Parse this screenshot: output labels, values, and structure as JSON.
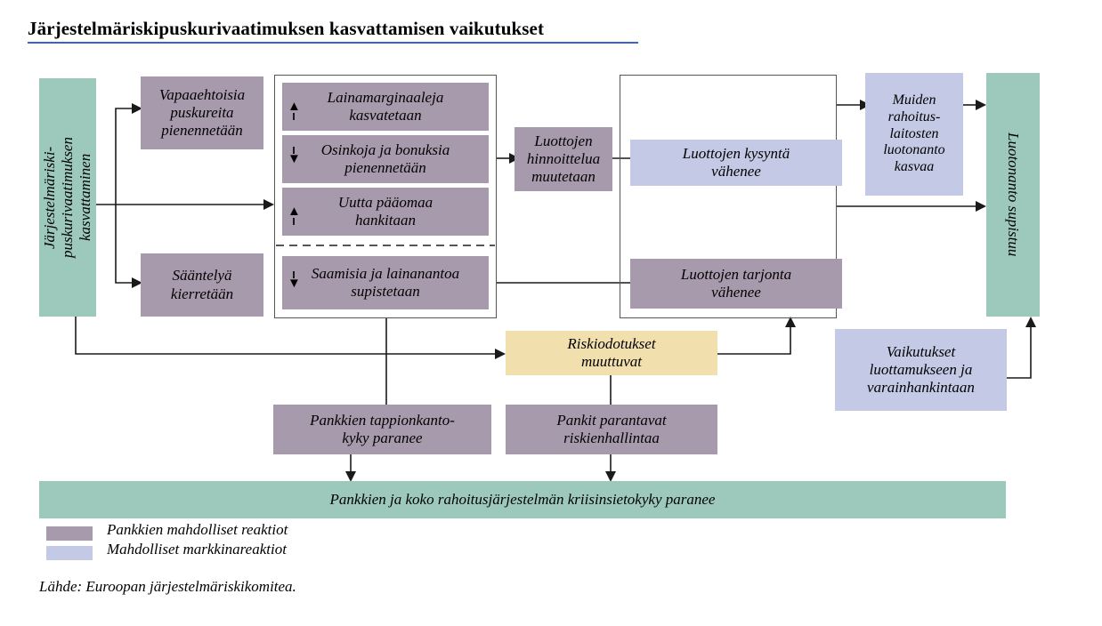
{
  "title": "Järjestelmäriskipuskurivaatimuksen kasvattamisen vaikutukset",
  "colors": {
    "green": "#9dc9bc",
    "purple": "#a89aad",
    "blue": "#c4c9e5",
    "yellow": "#f2dfae",
    "title_underline": "#3c5fd0",
    "line": "#1a1a1a"
  },
  "nodes": {
    "trigger": "Järjestelmäriski-\npuskurivaatimuksen\nkasvattaminen",
    "voluntary_buffers": "Vapaaehtoisia puskureita pienennetään",
    "regulation_circumvention": "Sääntelyä kierretään",
    "loan_margins": "Lainamarginaaleja kasvatetaan",
    "dividends_bonuses": "Osinkoja ja bonuksia pienennetään",
    "new_capital": "Uutta pääomaa hankitaan",
    "receivables_lending": "Saamisia ja lainanantoa supistetaan",
    "loan_pricing": "Luottojen hinnoittelua muutetaan",
    "credit_demand": "Luottojen kysyntä vähenee",
    "credit_supply": "Luottojen tarjonta vähenee",
    "other_institutions": "Muiden rahoitus-laitosten luotonanto kasvaa",
    "lending_contracts": "Luotonanto supistuu",
    "risk_expectations": "Riskiodotukset muuttuvat",
    "loss_absorption": "Pankkien tappionkanto-kyky paranee",
    "risk_management": "Pankit parantavat riskienhallintaa",
    "confidence_funding": "Vaikutukset luottamukseen ja varainhankintaan",
    "resilience_bar": "Pankkien ja koko rahoitusjärjestelmän kriisinsietokyky paranee"
  },
  "node_lines": {
    "trigger": [
      "Järjestelmäriski-",
      "puskurivaatimuksen",
      "kasvattaminen"
    ],
    "voluntary_buffers": [
      "Vapaaehtoisia",
      "puskureita",
      "pienennetään"
    ],
    "regulation_circumvention": [
      "Sääntelyä",
      "kierretään"
    ],
    "loan_margins": [
      "Lainamarginaaleja",
      "kasvatetaan"
    ],
    "dividends_bonuses": [
      "Osinkoja ja bonuksia",
      "pienennetään"
    ],
    "new_capital": [
      "Uutta pääomaa",
      "hankitaan"
    ],
    "receivables_lending": [
      "Saamisia ja lainanantoa",
      "supistetaan"
    ],
    "loan_pricing": [
      "Luottojen",
      "hinnoittelua",
      "muutetaan"
    ],
    "credit_demand": [
      "Luottojen kysyntä",
      "vähenee"
    ],
    "credit_supply": [
      "Luottojen tarjonta",
      "vähenee"
    ],
    "other_institutions": [
      "Muiden",
      "rahoitus-",
      "laitosten",
      "luotonanto",
      "kasvaa"
    ],
    "risk_expectations": [
      "Riskiodotukset",
      "muuttuvat"
    ],
    "loss_absorption": [
      "Pankkien tappionkanto-",
      "kyky paranee"
    ],
    "risk_management": [
      "Pankit parantavat",
      "riskienhallintaa"
    ],
    "confidence_funding": [
      "Vaikutukset",
      "luottamukseen ja",
      "varainhankintaan"
    ]
  },
  "indicators": {
    "loan_margins": "up-arrow",
    "dividends_bonuses": "down-arrow",
    "new_capital": "up-arrow",
    "receivables_lending": "down-arrow"
  },
  "legend": [
    {
      "swatch": "#a89aad",
      "label": "Pankkien mahdolliset reaktiot"
    },
    {
      "swatch": "#c4c9e5",
      "label": "Mahdolliset markkinareaktiot"
    }
  ],
  "source": "Lähde: Euroopan järjestelmäriskikomitea."
}
